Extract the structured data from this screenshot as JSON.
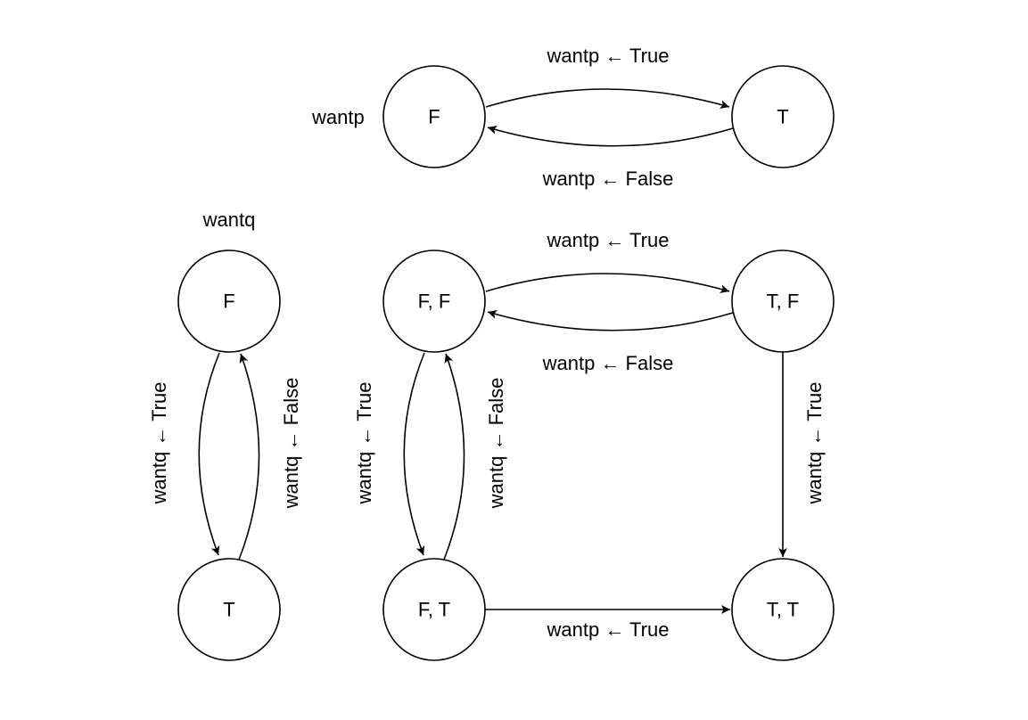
{
  "wantp_diagram": {
    "var_label": "wantp",
    "nodes": {
      "f": "F",
      "t": "T"
    },
    "edges": {
      "set_true": "wantp ← True",
      "set_false": "wantp ← False"
    }
  },
  "wantq_diagram": {
    "var_label": "wantq",
    "nodes": {
      "f": "F",
      "t": "T"
    },
    "edges": {
      "set_true": "wantq ← True",
      "set_false": "wantq ← False"
    }
  },
  "product_diagram": {
    "nodes": {
      "ff": "F, F",
      "tf": "T, F",
      "ft": "F, T",
      "tt": "T, T"
    },
    "edges": {
      "ff_to_tf": "wantp ← True",
      "tf_to_ff": "wantp ← False",
      "ff_to_ft": "wantq ← True",
      "ft_to_ff": "wantq ← False",
      "tf_to_tt": "wantq ← True",
      "ft_to_tt": "wantp ← True"
    }
  },
  "colors": {
    "stroke": "#000000",
    "background": "#ffffff"
  }
}
